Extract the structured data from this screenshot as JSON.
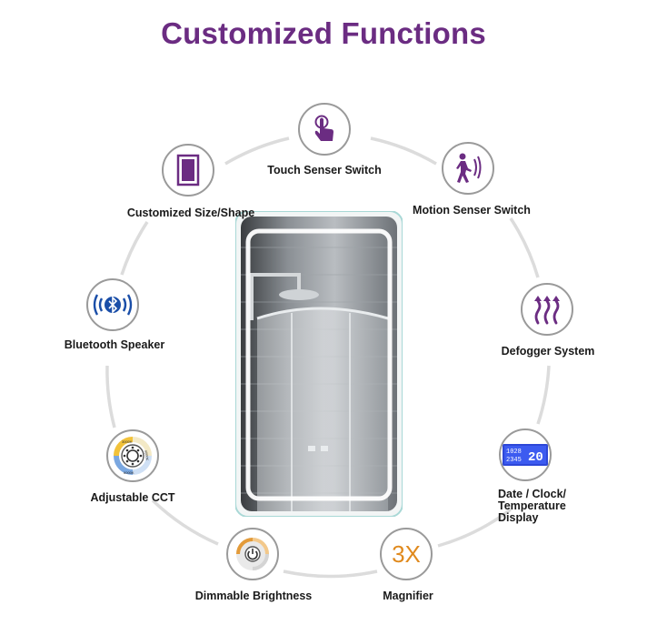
{
  "title": "Customized Functions",
  "features": {
    "touch": {
      "label": "Touch Senser Switch",
      "icon": "hand-touch-icon"
    },
    "motion": {
      "label": "Motion Senser Switch",
      "icon": "walking-person-icon"
    },
    "size": {
      "label": "Customized Size/Shape",
      "icon": "rectangle-shape-icon"
    },
    "bluetooth": {
      "label": "Bluetooth Speaker",
      "icon": "bluetooth-icon"
    },
    "defogger": {
      "label": "Defogger System",
      "icon": "heat-waves-icon"
    },
    "cct": {
      "label": "Adjustable CCT",
      "icon": "cct-dial-icon",
      "dial_labels": [
        "3000K",
        "4000K",
        "6000K"
      ]
    },
    "display": {
      "label_lines": [
        "Date / Clock/",
        "Temperature",
        "Display"
      ],
      "icon": "lcd-display-icon",
      "screen_left_top": "1028",
      "screen_left_bottom": "2345",
      "screen_right": "20"
    },
    "dimmable": {
      "label": "Dimmable Brightness",
      "icon": "dimmer-power-icon"
    },
    "magnifier": {
      "label": "Magnifier",
      "icon": "magnifier-3x-icon",
      "text": "3X"
    }
  },
  "colors": {
    "title": "#6b2c82",
    "icon_purple": "#6b2c82",
    "ring": "#dcdcdc",
    "magnifier": "#e08a1e",
    "display_blue": "#2d47d8"
  }
}
